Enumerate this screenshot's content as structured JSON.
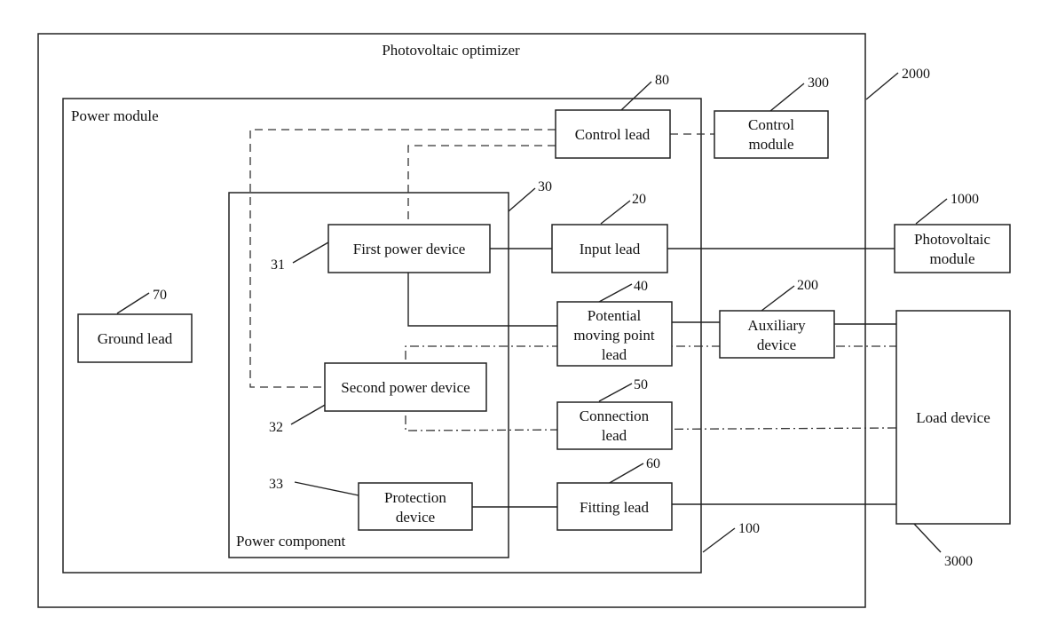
{
  "containers": {
    "optimizer": "Photovoltaic optimizer",
    "power_module": "Power module",
    "power_component": "Power component"
  },
  "blocks": {
    "control_lead": "Control lead",
    "control_module_1": "Control",
    "control_module_2": "module",
    "first_power_device": "First power device",
    "input_lead": "Input lead",
    "pv_module_1": "Photovoltaic",
    "pv_module_2": "module",
    "ground_lead": "Ground lead",
    "potential_1": "Potential",
    "potential_2": "moving point",
    "potential_3": "lead",
    "auxiliary_1": "Auxiliary",
    "auxiliary_2": "device",
    "second_power_device": "Second power device",
    "connection_1": "Connection",
    "connection_2": "lead",
    "load_device": "Load device",
    "protection_1": "Protection",
    "protection_2": "device",
    "fitting_lead": "Fitting lead"
  },
  "refs": {
    "r80": "80",
    "r300": "300",
    "r2000": "2000",
    "r30": "30",
    "r20": "20",
    "r1000": "1000",
    "r31": "31",
    "r70": "70",
    "r40": "40",
    "r200": "200",
    "r50": "50",
    "r32": "32",
    "r60": "60",
    "r33": "33",
    "r100": "100",
    "r3000": "3000"
  }
}
